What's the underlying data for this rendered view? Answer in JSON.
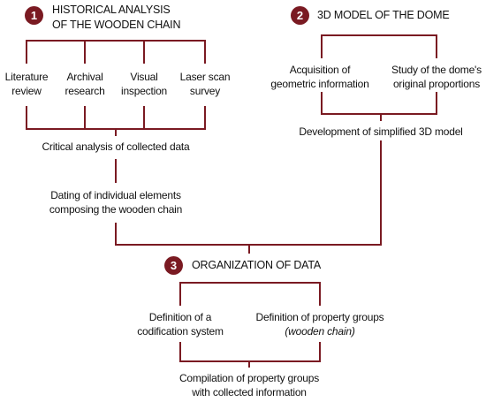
{
  "colors": {
    "accent": "#7a1a22",
    "line": "#7a1a22",
    "text": "#111111"
  },
  "section1": {
    "number": "1",
    "title_line1": "HISTORICAL ANALYSIS",
    "title_line2": "OF THE WOODEN CHAIN",
    "methods": [
      {
        "line1": "Literature",
        "line2": "review"
      },
      {
        "line1": "Archival",
        "line2": "research"
      },
      {
        "line1": "Visual",
        "line2": "inspection"
      },
      {
        "line1": "Laser scan",
        "line2": "survey"
      }
    ],
    "critical_analysis": "Critical analysis of collected data",
    "dating_line1": "Dating of individual elements",
    "dating_line2": "composing the wooden chain"
  },
  "section2": {
    "number": "2",
    "title": "3D MODEL OF THE DOME",
    "acquisition_line1": "Acquisition of",
    "acquisition_line2": "geometric information",
    "study_line1": "Study of the dome's",
    "study_line2": "original proportions",
    "development": "Development of simplified 3D model"
  },
  "section3": {
    "number": "3",
    "title": "ORGANIZATION OF DATA",
    "codification_line1": "Definition of a",
    "codification_line2": "codification system",
    "property_line1": "Definition of property groups",
    "property_line2": "(wooden chain)",
    "compilation_line1": "Compilation of property groups",
    "compilation_line2": "with collected information"
  }
}
